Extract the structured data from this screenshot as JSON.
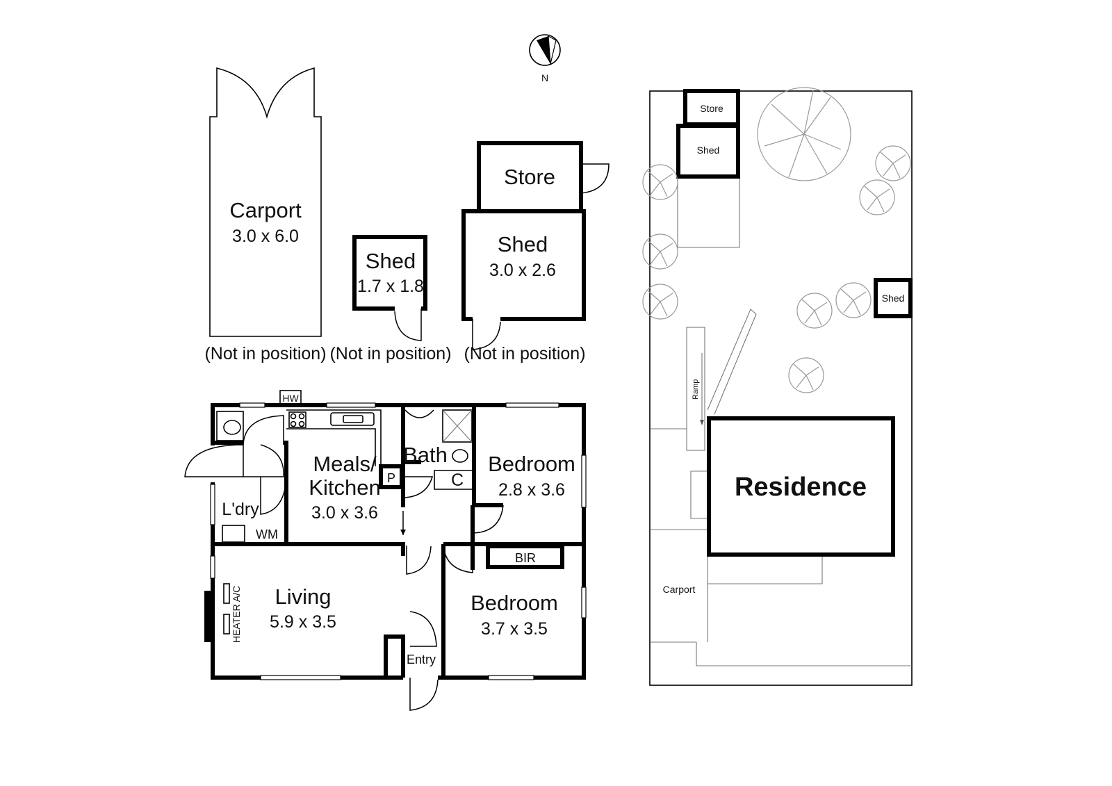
{
  "compass": {
    "label": "N"
  },
  "outbuildings": {
    "carport": {
      "name": "Carport",
      "size": "3.0 x 6.0",
      "note": "(Not in position)"
    },
    "shed_small": {
      "name": "Shed",
      "size": "1.7 x 1.8",
      "note": "(Not in position)"
    },
    "store": {
      "name": "Store"
    },
    "shed_large": {
      "name": "Shed",
      "size": "3.0 x 2.6",
      "note": "(Not in position)"
    }
  },
  "floorplan": {
    "hw": "HW",
    "meals": {
      "name1": "Meals/",
      "name2": "Kitchen",
      "size": "3.0 x 3.6"
    },
    "pantry": "P",
    "bath": "Bath",
    "cupboard": "C",
    "bedroom1": {
      "name": "Bedroom",
      "size": "2.8 x 3.6"
    },
    "laundry": "L'dry",
    "wm": "WM",
    "bir": "BIR",
    "living": {
      "name": "Living",
      "size": "5.9 x 3.5"
    },
    "heater": "HEATER A/C",
    "bedroom2": {
      "name": "Bedroom",
      "size": "3.7 x 3.5"
    },
    "entry": "Entry"
  },
  "siteplan": {
    "store": "Store",
    "shed_top": "Shed",
    "shed_right": "Shed",
    "ramp": "Ramp",
    "residence": "Residence",
    "carport": "Carport"
  }
}
